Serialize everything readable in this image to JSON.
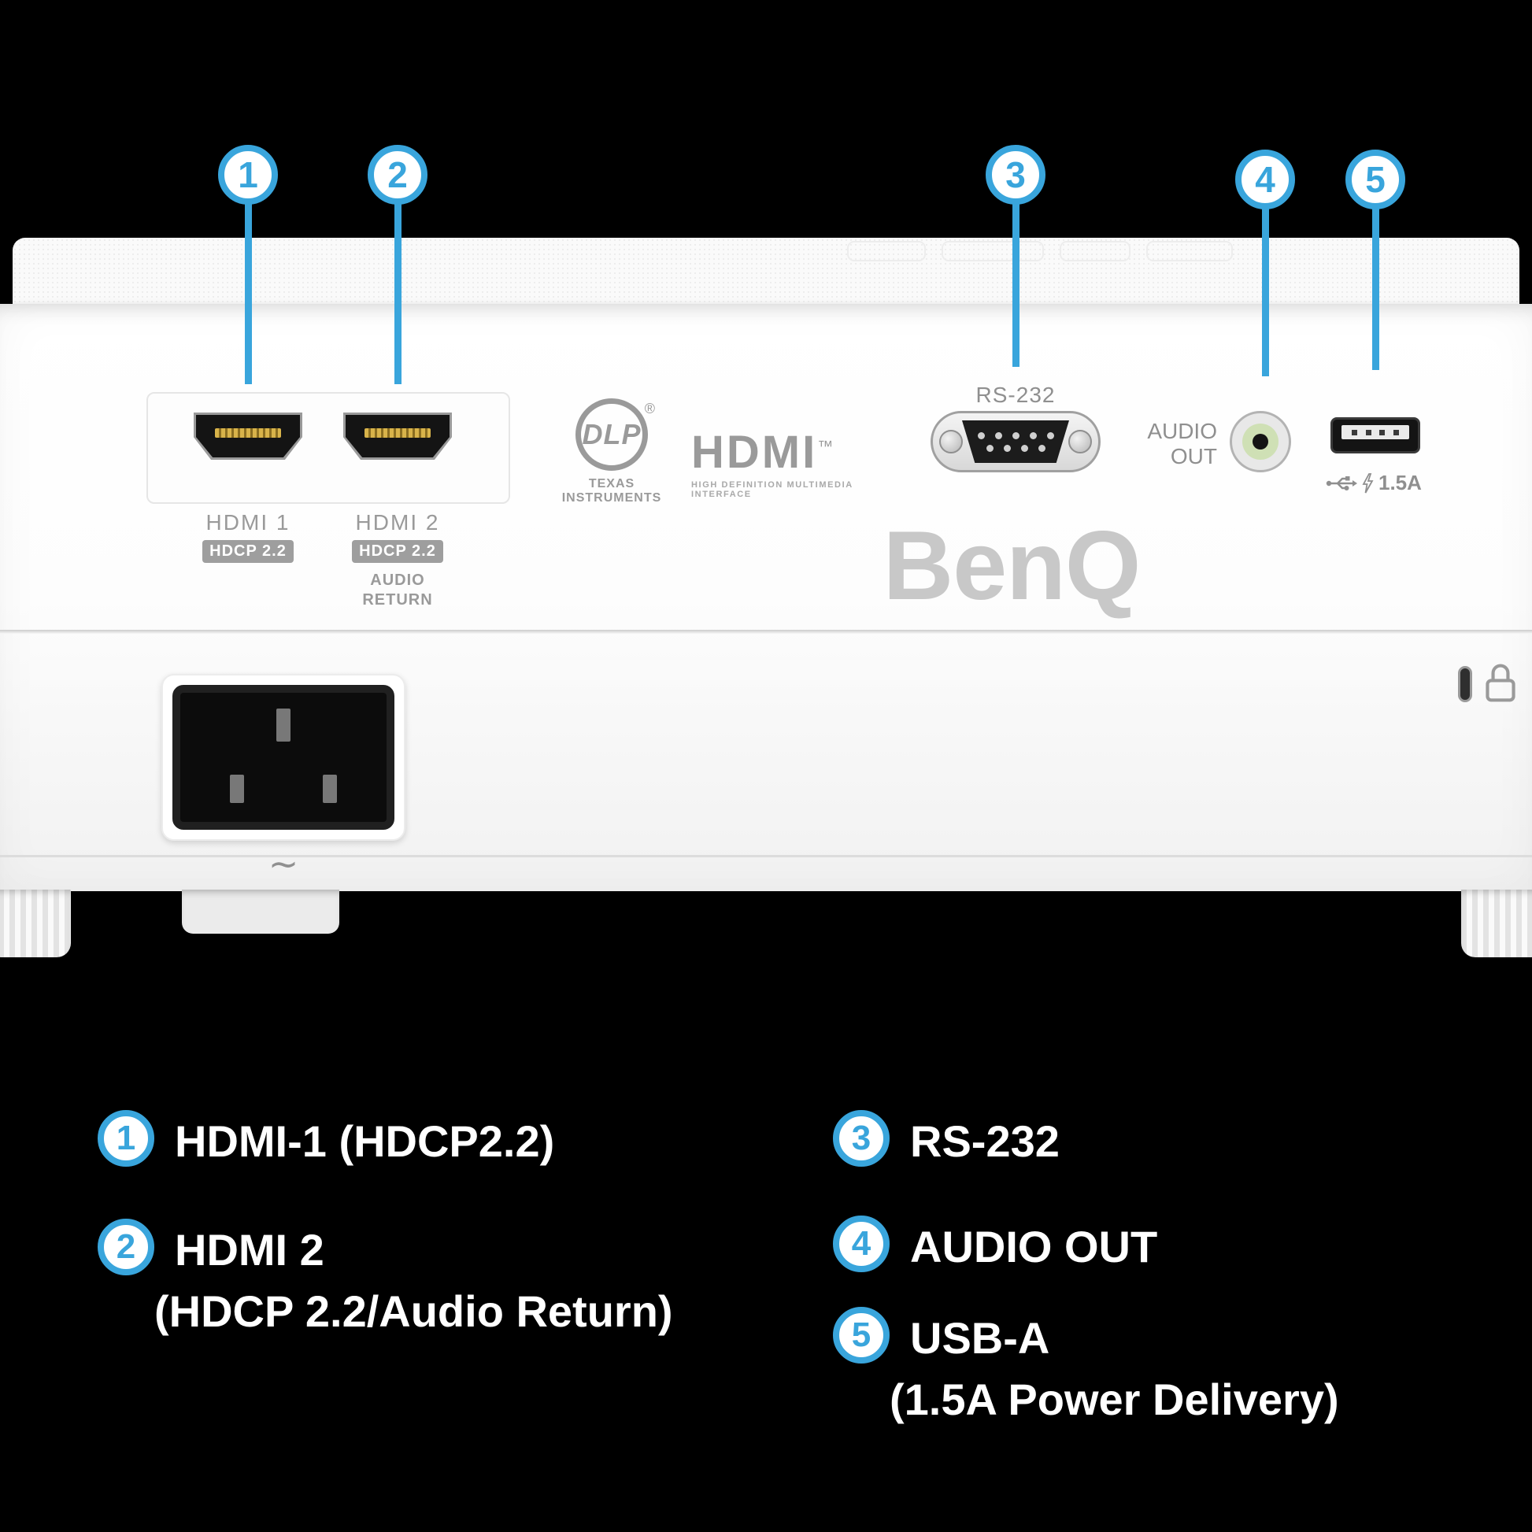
{
  "colors": {
    "accent_blue": "#39a5dc",
    "body_white": "#ffffff",
    "label_gray": "#8f8f8f",
    "brand_gray": "#c8c8c8",
    "jack_green": "#cfe0b5"
  },
  "callouts": {
    "c1": "1",
    "c2": "2",
    "c3": "3",
    "c4": "4",
    "c5": "5"
  },
  "panel": {
    "hdmi1_label": "HDMI 1",
    "hdmi1_badge": "HDCP 2.2",
    "hdmi2_label": "HDMI 2",
    "hdmi2_badge": "HDCP 2.2",
    "hdmi2_sub": "AUDIO\nRETURN",
    "dlp_logo": "DLP",
    "dlp_reg": "®",
    "dlp_sub": "TEXAS INSTRUMENTS",
    "hdmi_logo": "HDMI",
    "hdmi_logo_tm": "™",
    "hdmi_logo_sub": "HIGH DEFINITION MULTIMEDIA INTERFACE",
    "rs232_label": "RS-232",
    "audio_out_label": "AUDIO\nOUT",
    "usb_current": "1.5A",
    "brand": "BenQ",
    "power_symbol": "∼"
  },
  "legend": {
    "items": [
      {
        "num": "1",
        "line1": "HDMI-1 (HDCP2.2)"
      },
      {
        "num": "2",
        "line1": "HDMI 2",
        "line2": "(HDCP 2.2/Audio Return)"
      },
      {
        "num": "3",
        "line1": "RS-232"
      },
      {
        "num": "4",
        "line1": "AUDIO OUT"
      },
      {
        "num": "5",
        "line1": "USB-A",
        "line2": "(1.5A Power Delivery)"
      }
    ]
  }
}
